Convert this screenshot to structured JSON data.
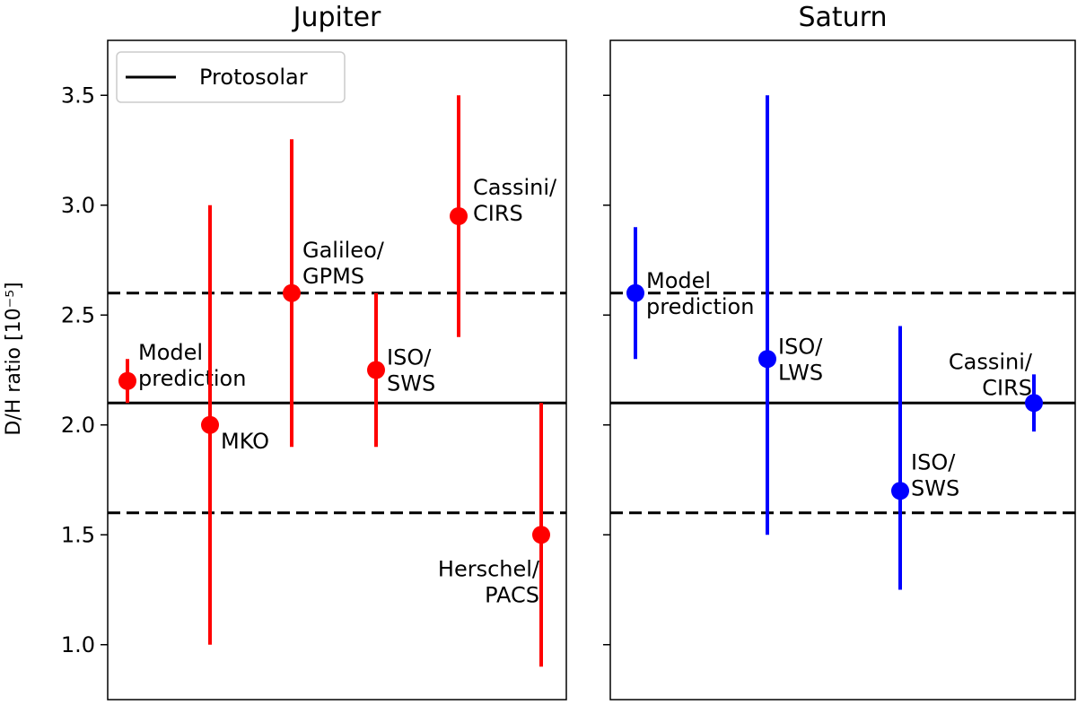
{
  "chart_data": {
    "type": "scatter",
    "ylabel": "D/H ratio [10⁻⁵]",
    "ylim": [
      0.75,
      3.75
    ],
    "yticks": [
      1.0,
      1.5,
      2.0,
      2.5,
      3.0,
      3.5
    ],
    "ytick_labels": [
      "1.0",
      "1.5",
      "2.0",
      "2.5",
      "3.0",
      "3.5"
    ],
    "grid": false,
    "reference_lines": [
      {
        "name": "Protosolar",
        "y": 2.1,
        "style": "solid"
      },
      {
        "name": "",
        "y": 2.6,
        "style": "dashed"
      },
      {
        "name": "",
        "y": 1.6,
        "style": "dashed"
      }
    ],
    "legend": {
      "entries": [
        "Protosolar"
      ],
      "placement": "top-left"
    },
    "panels": [
      {
        "title": "Jupiter",
        "color": "#ff0000",
        "points": [
          {
            "labels": [
              "Model",
              "prediction"
            ],
            "y": 2.2,
            "low": 2.1,
            "high": 2.3
          },
          {
            "labels": [
              "MKO"
            ],
            "y": 2.0,
            "low": 1.0,
            "high": 3.0
          },
          {
            "labels": [
              "Galileo/",
              "GPMS"
            ],
            "y": 2.6,
            "low": 1.9,
            "high": 3.3
          },
          {
            "labels": [
              "ISO/",
              "SWS"
            ],
            "y": 2.25,
            "low": 1.9,
            "high": 2.6
          },
          {
            "labels": [
              "Cassini/",
              "CIRS"
            ],
            "y": 2.95,
            "low": 2.4,
            "high": 3.5
          },
          {
            "labels": [
              "Herschel/",
              "PACS"
            ],
            "y": 1.5,
            "low": 0.9,
            "high": 2.1
          }
        ]
      },
      {
        "title": "Saturn",
        "color": "#0000ff",
        "points": [
          {
            "labels": [
              "Model",
              "prediction"
            ],
            "y": 2.6,
            "low": 2.3,
            "high": 2.9
          },
          {
            "labels": [
              "ISO/",
              "LWS"
            ],
            "y": 2.3,
            "low": 1.5,
            "high": 3.5
          },
          {
            "labels": [
              "ISO/",
              "SWS"
            ],
            "y": 1.7,
            "low": 1.25,
            "high": 2.45
          },
          {
            "labels": [
              "Cassini/",
              "CIRS"
            ],
            "y": 2.1,
            "low": 1.97,
            "high": 2.23
          }
        ]
      }
    ]
  }
}
